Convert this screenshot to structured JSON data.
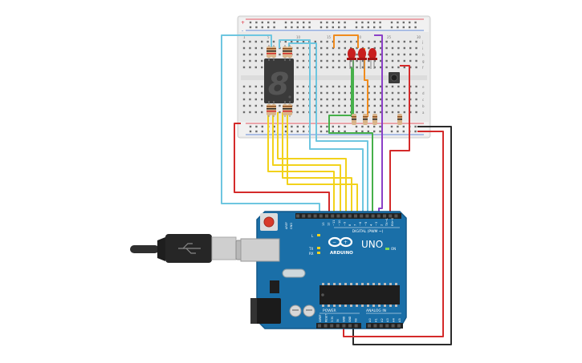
{
  "board": {
    "brand": "ARDUINO",
    "model": "UNO",
    "digital_label": "DIGITAL (PWM ~)",
    "power_label": "POWER",
    "analog_label": "ANALOG IN",
    "aref": "AREF",
    "gnd": "GND",
    "led_l": "L",
    "led_tx": "TX",
    "led_rx": "RX",
    "led_on": "ON",
    "digital_pins": [
      "13",
      "12",
      "~11",
      "~10",
      "~9",
      "8",
      "7",
      "~6",
      "~5",
      "4",
      "~3",
      "2",
      "TX→1",
      "RX←0"
    ],
    "power_pins": [
      "IOREF",
      "RESET",
      "3.3V",
      "5V",
      "GND",
      "GND",
      "Vin"
    ],
    "analog_pins": [
      "A0",
      "A1",
      "A2",
      "A3",
      "A4",
      "A5"
    ]
  },
  "breadboard": {
    "row_numbers": [
      "1",
      "5",
      "10",
      "15",
      "20",
      "25",
      "30"
    ],
    "row_letters_top": [
      "j",
      "i",
      "h",
      "g",
      "f"
    ],
    "row_letters_bottom": [
      "e",
      "d",
      "c",
      "b",
      "a"
    ],
    "rail_plus": "+",
    "rail_minus": "-"
  },
  "display": {
    "digit": "8"
  },
  "colors": {
    "board_blue": "#1a6fa8",
    "wire_red": "#d42a2a",
    "wire_black": "#2b2b2b",
    "wire_yellow": "#f2d21b",
    "wire_blue": "#6ec6e0",
    "wire_orange": "#f08b1d",
    "wire_green": "#46b04a",
    "wire_purple": "#8b3fc7",
    "led_red": "#c81e1e"
  }
}
